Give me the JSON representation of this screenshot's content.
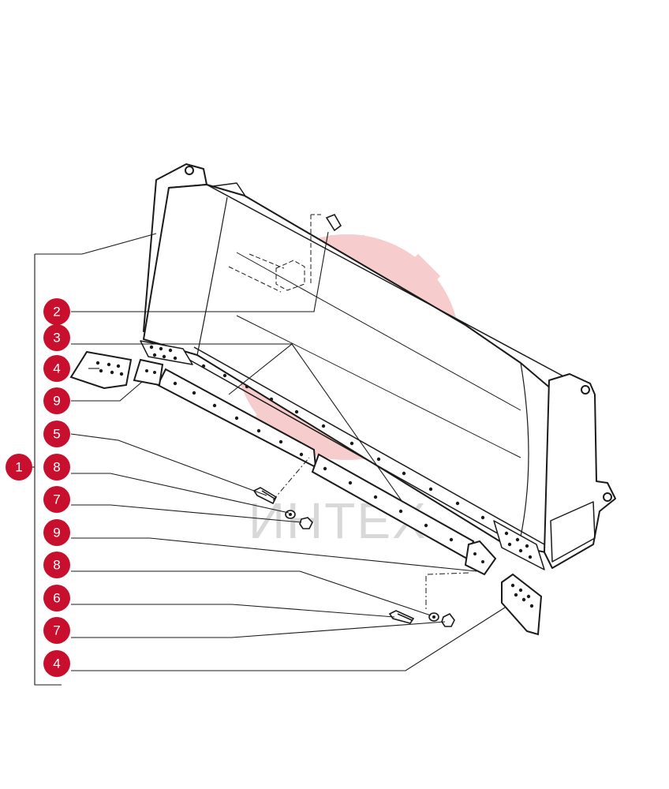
{
  "diagram": {
    "callouts": [
      {
        "id": "c1",
        "label": "1"
      },
      {
        "id": "c2",
        "label": "2"
      },
      {
        "id": "c3",
        "label": "3"
      },
      {
        "id": "c4a",
        "label": "4"
      },
      {
        "id": "c9a",
        "label": "9"
      },
      {
        "id": "c5",
        "label": "5"
      },
      {
        "id": "c8a",
        "label": "8"
      },
      {
        "id": "c7a",
        "label": "7"
      },
      {
        "id": "c9b",
        "label": "9"
      },
      {
        "id": "c8b",
        "label": "8"
      },
      {
        "id": "c6",
        "label": "6"
      },
      {
        "id": "c7b",
        "label": "7"
      },
      {
        "id": "c4b",
        "label": "4"
      }
    ],
    "watermark": {
      "text": "ИНТЕХ"
    },
    "colors": {
      "badge": "#c8102e",
      "line": "#1a1a1a",
      "watermark": "#f2b3b3"
    }
  }
}
